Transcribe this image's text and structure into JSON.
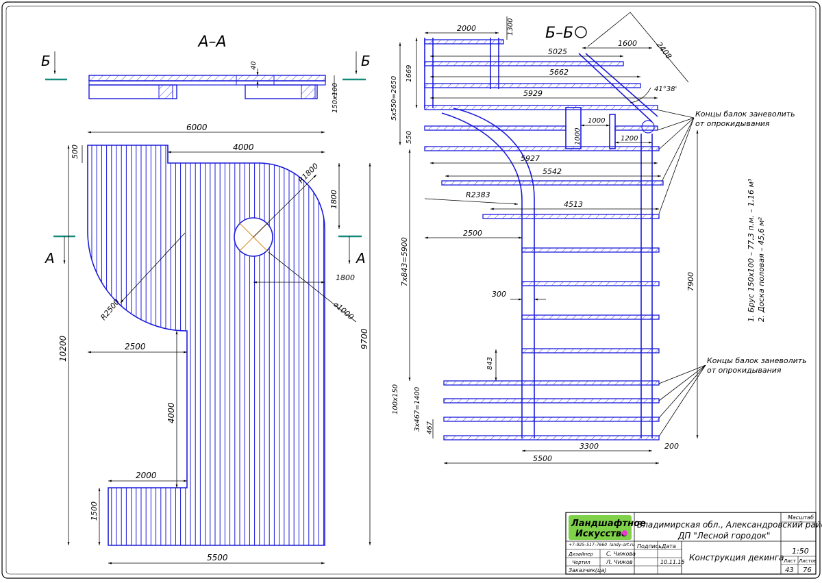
{
  "section_aa": {
    "title": "А–А",
    "mark_b": "Б",
    "dim_40": "40",
    "dim_beam": "150х100"
  },
  "plan": {
    "mark_a": "А",
    "dims": {
      "d6000": "6000",
      "d4000": "4000",
      "d500": "500",
      "d10200": "10200",
      "d9700": "9700",
      "d1800v": "1800",
      "d1800h": "1800",
      "r1800": "R1800",
      "dia1000": "⌀1000",
      "r2500": "R2500",
      "d2500": "2500",
      "d4000v": "4000",
      "d2000": "2000",
      "d1500": "1500",
      "d5500": "5500"
    }
  },
  "section_bb": {
    "title": "Б–Б",
    "dims": {
      "d2000": "2000",
      "d1300": "1300",
      "d5025": "5025",
      "d1600": "1600",
      "d2408": "2408",
      "d5662": "5662",
      "d1669": "1669",
      "d5929": "5929",
      "angle": "41°38'",
      "d5x550": "5х550=2650",
      "d1000a": "1000",
      "d1000b": "1000",
      "d1200": "1200",
      "d550": "550",
      "d5927": "5927",
      "d5542": "5542",
      "r2383": "R2383",
      "d4513": "4513",
      "d2500": "2500",
      "d7x843": "7х843=5900",
      "d300": "300",
      "d7900": "7900",
      "d843": "843",
      "d100x150": "100х150",
      "d3x467": "3х467=1400",
      "d467": "467",
      "d3300": "3300",
      "d200": "200",
      "d5500": "5500"
    },
    "note1": "Концы балок заневолить",
    "note1b": "от опрокидывания",
    "note2": "Концы балок заневолить",
    "note2b": "от опрокидывания",
    "spec1": "1. Брус 150х100 – 77,3 п.м. – 1,16 м³",
    "spec2": "2. Доска половая – 45,6 м²"
  },
  "title_block": {
    "logo_line1": "Ландшафтное",
    "logo_line2": "Искусство",
    "phone": "+7–925–517–7660",
    "site": "landy–art.ru",
    "location_line1": "Владимирская обл., Александровский район,",
    "location_line2": "ДП \"Лесной городок\"",
    "role_designer": "Дизайнер",
    "name_designer": "С. Чижова",
    "role_drafter": "Чертил",
    "name_drafter": "Л. Чижов",
    "role_client": "Заказчик(ца)",
    "col_sign": "Подпись",
    "col_date": "Дата",
    "date": "10.11.15",
    "drawing_title": "Конструкция декинга",
    "scale_label": "Масштаб",
    "scale": "1:50",
    "sheet_label": "Лист",
    "sheets_label": "Листов",
    "sheet": "43",
    "sheets": "76",
    "logo_green": "#7fd14a",
    "logo_dot": "#e43ad0"
  }
}
